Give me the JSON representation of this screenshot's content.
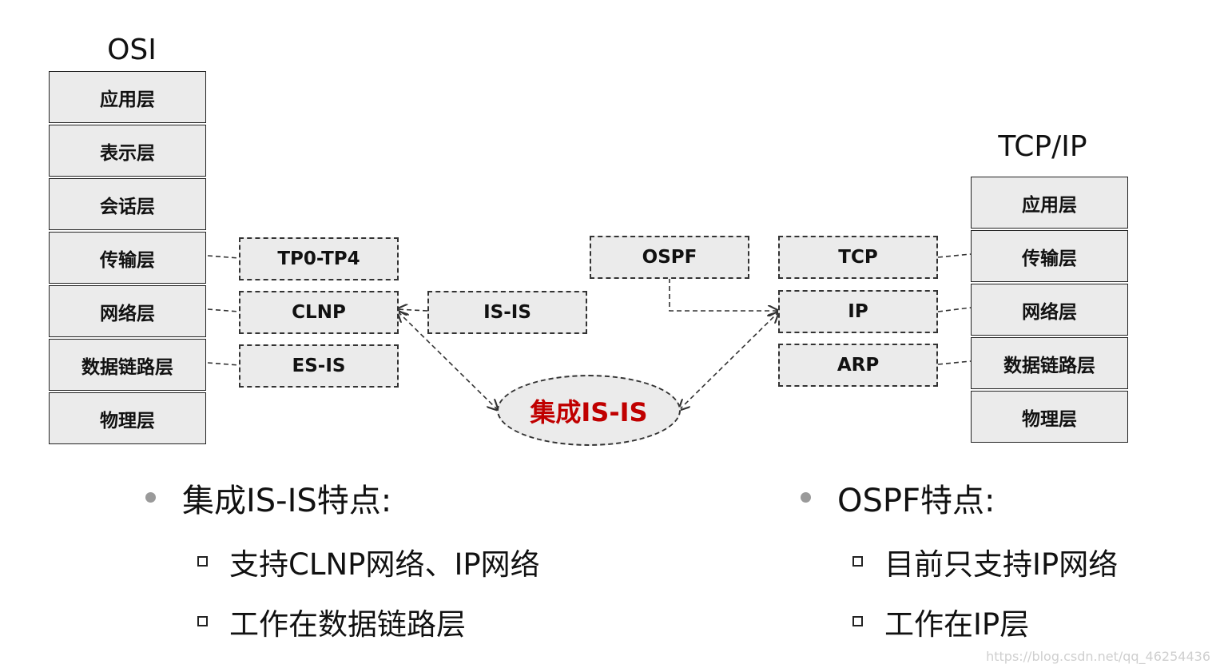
{
  "osi": {
    "title": "OSI",
    "layers": [
      "应用层",
      "表示层",
      "会话层",
      "传输层",
      "网络层",
      "数据链路层",
      "物理层"
    ]
  },
  "tcpip": {
    "title": "TCP/IP",
    "layers": [
      "应用层",
      "传输层",
      "网络层",
      "数据链路层",
      "物理层"
    ]
  },
  "protocols": {
    "tp": "TP0-TP4",
    "clnp": "CLNP",
    "esis": "ES-IS",
    "isis": "IS-IS",
    "ospf": "OSPF",
    "tcp": "TCP",
    "ip": "IP",
    "arp": "ARP"
  },
  "integrated": "集成IS-IS",
  "integrated_color": "#c00000",
  "features": {
    "isis": {
      "heading": "集成IS-IS特点:",
      "items": [
        "支持CLNP网络、IP网络",
        "工作在数据链路层"
      ]
    },
    "ospf": {
      "heading": "OSPF特点:",
      "items": [
        "目前只支持IP网络",
        "工作在IP层"
      ]
    }
  },
  "watermark": "https://blog.csdn.net/qq_46254436"
}
